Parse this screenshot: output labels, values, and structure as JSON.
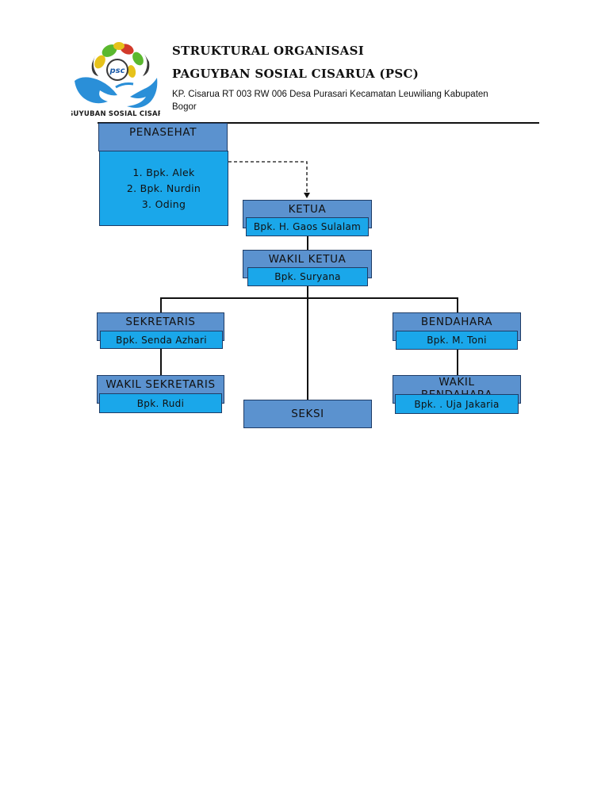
{
  "header": {
    "title_line1": "STRUKTURAL ORGANISASI",
    "title_line2": "PAGUYBAN SOSIAL CISARUA (PSC)",
    "address_line1": "KP. Cisarua RT 003 RW 006 Desa Purasari Kecamatan Leuwiliang Kabupaten",
    "address_line2": "Bogor"
  },
  "logo": {
    "badge_text": "psc",
    "ring_text": "PAGUYUBAN SOSIAL CISARUA",
    "colors": {
      "hand": "#2a8fd8",
      "leaf_green": "#5ab82e",
      "leaf_yellow": "#e6c21a",
      "leaf_red": "#d23a2a",
      "dark": "#3a3a3a"
    }
  },
  "colors": {
    "role_box": "#5b92cf",
    "name_box": "#1aa7ea",
    "border": "#1f3c66",
    "line": "#111111"
  },
  "org": {
    "penasehat": {
      "role": "PENASEHAT",
      "members": [
        "1. Bpk. Alek",
        "2. Bpk. Nurdin",
        "3. Oding"
      ]
    },
    "ketua": {
      "role": "KETUA",
      "name": "Bpk. H. Gaos Sulalam"
    },
    "wakil_ketua": {
      "role": "WAKIL KETUA",
      "name": "Bpk. Suryana"
    },
    "sekretaris": {
      "role": "SEKRETARIS",
      "name": "Bpk. Senda Azhari"
    },
    "bendahara": {
      "role": "BENDAHARA",
      "name": "Bpk. M. Toni"
    },
    "wakil_sekretaris": {
      "role": "WAKIL SEKRETARIS",
      "name": "Bpk. Rudi"
    },
    "wakil_bendahara": {
      "role": "WAKIL BENDAHARA",
      "name": "Bpk. . Uja Jakaria"
    },
    "seksi": {
      "role": "SEKSI"
    }
  }
}
